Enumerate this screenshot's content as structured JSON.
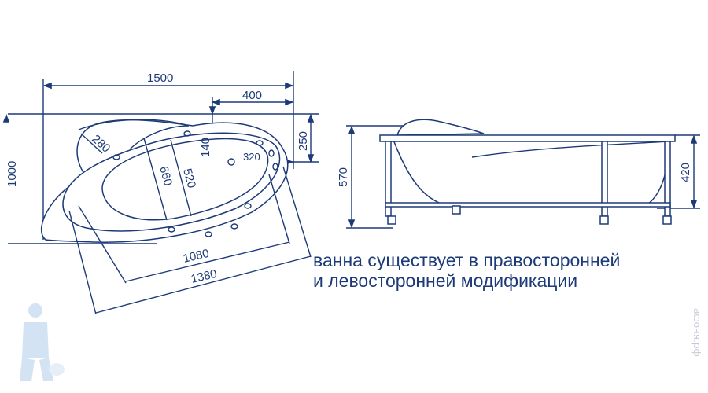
{
  "top_view": {
    "dimensions": {
      "overall_length": "1500",
      "overall_width": "1000",
      "drain_offset_x": "400",
      "drain_offset_y": "250",
      "headrest_offset": "140",
      "drain_to_edge": "320",
      "headrest_width": "280",
      "outer_bowl_width": "660",
      "inner_bowl_width": "520",
      "inner_bowl_length": "1080",
      "outer_bowl_length": "1380"
    }
  },
  "side_view": {
    "dimensions": {
      "total_height": "570",
      "tub_depth": "420"
    }
  },
  "caption": {
    "line1": "ванна существует в правосторонней",
    "line2": "и левосторонней модификации"
  },
  "watermark": "афоня.рф",
  "colors": {
    "line": "#1d3a78"
  }
}
